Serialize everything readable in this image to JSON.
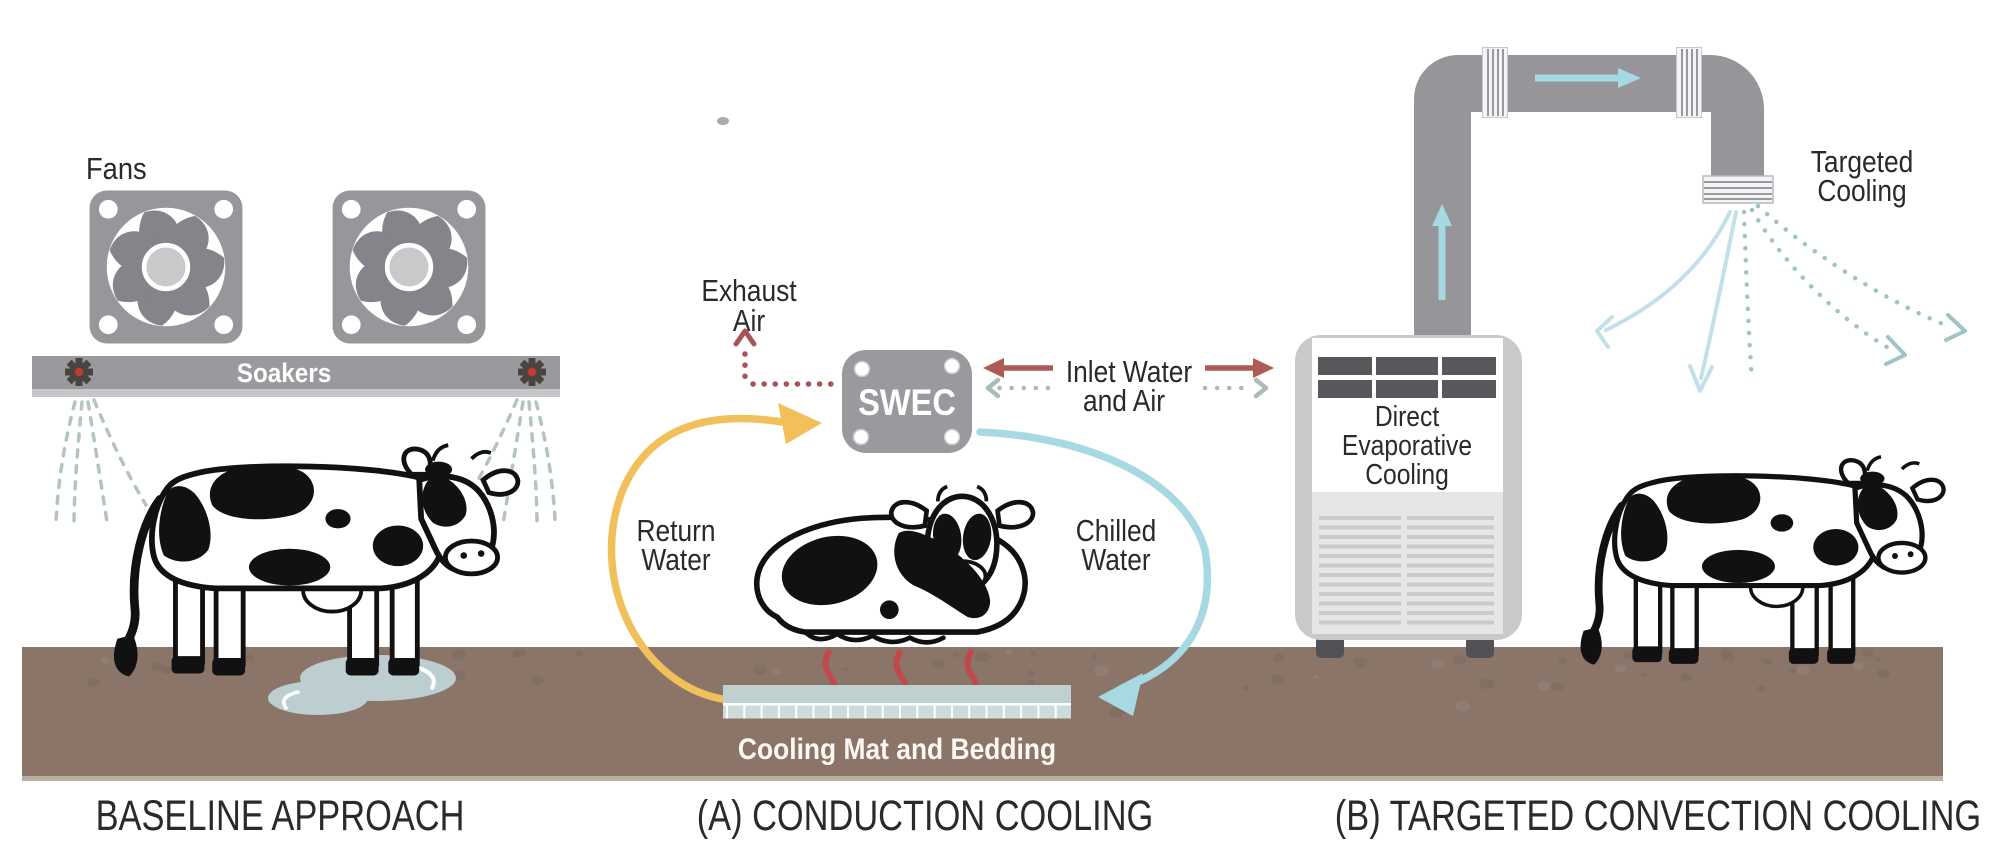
{
  "titles": {
    "baseline": "BASELINE APPROACH",
    "conduction": "(A) CONDUCTION COOLING",
    "convection": "(B) TARGETED CONVECTION COOLING"
  },
  "baseline": {
    "fans_label": "Fans",
    "soakers_label": "Soakers"
  },
  "conduction": {
    "exhaust_line1": "Exhaust",
    "exhaust_line2": "Air",
    "swec_label": "SWEC",
    "inlet_line1": "Inlet Water",
    "inlet_line2": "and Air",
    "return_line1": "Return",
    "return_line2": "Water",
    "chilled_line1": "Chilled",
    "chilled_line2": "Water",
    "mat_label": "Cooling Mat and Bedding"
  },
  "convection": {
    "unit_line1": "Direct",
    "unit_line2": "Evaporative",
    "unit_line3": "Cooling",
    "targeted_line1": "Targeted",
    "targeted_line2": "Cooling"
  },
  "colors": {
    "accent_yellow": "#F2C05B",
    "accent_blue": "#A7D9E3",
    "spray_blue": "#C2E0E8",
    "spray_dot_teal": "#9FC3C6",
    "arrow_red": "#AE5B58",
    "exhaust_red": "#A85457",
    "heat_red": "#C1494E",
    "soaker_spray": "#B3C4C1",
    "ground_brown": "#8B7568",
    "speckle_brown": "#7B695E",
    "metal_gray": "#95959A",
    "panel_gray": "#9A9A9E",
    "ink": "#2A2A2C",
    "mat_blue": "#BED0CF"
  }
}
